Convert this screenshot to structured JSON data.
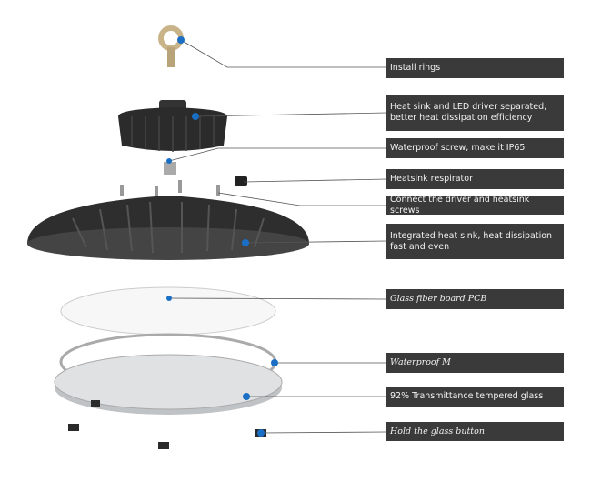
{
  "labels": [
    {
      "id": "install-rings",
      "text": "Install rings"
    },
    {
      "id": "heat-sink-driver",
      "text": "Heat sink and LED driver separated, better heat dissipation efficiency"
    },
    {
      "id": "waterproof-screw",
      "text": "Waterproof screw, make it IP65"
    },
    {
      "id": "heatsink-respirator",
      "text": "Heatsink respirator"
    },
    {
      "id": "connect-screws",
      "text": "Connect the driver and heatsink screws"
    },
    {
      "id": "integrated-heat-sink",
      "text": "Integrated heat sink, heat dissipation fast and even"
    },
    {
      "id": "glass-fiber-pcb",
      "text": "Glass fiber board PCB"
    },
    {
      "id": "waterproof-m",
      "text": "Waterproof M"
    },
    {
      "id": "tempered-glass",
      "text": "92% Transmittance tempered glass"
    },
    {
      "id": "glass-button",
      "text": "Hold the glass button"
    }
  ],
  "colors": {
    "label_bg": "#3a3a3a",
    "dot": "#1a6fc4",
    "body": "#2b2b2b"
  }
}
